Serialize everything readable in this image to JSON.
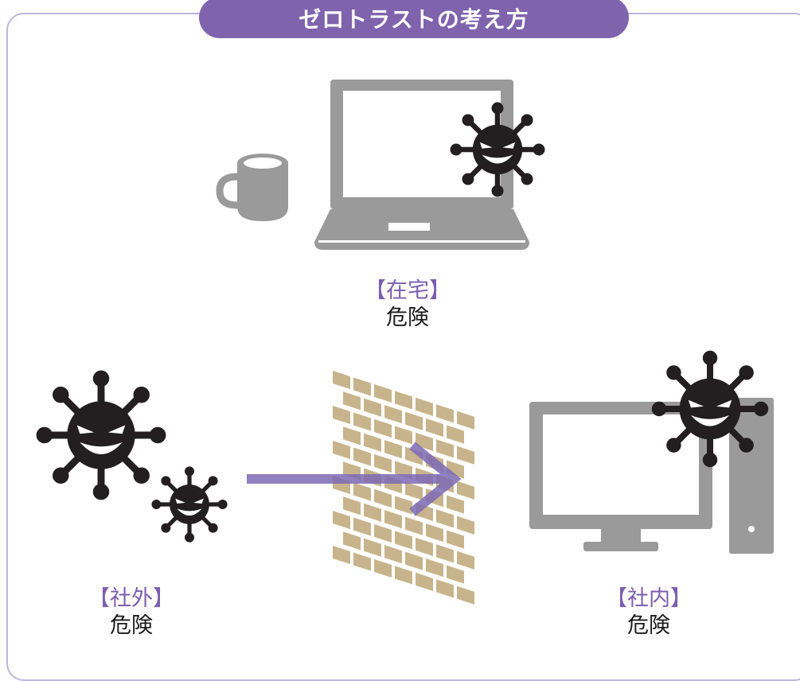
{
  "title": "ゼロトラストの考え方",
  "home": {
    "location": "【在宅】",
    "status": "危険"
  },
  "outside": {
    "location": "【社外】",
    "status": "危険"
  },
  "inside": {
    "location": "【社内】",
    "status": "危険"
  },
  "colors": {
    "accent": "#7f63ad",
    "label_purple": "#7b5fae",
    "device_gray": "#9a9a9a",
    "virus": "#231f20",
    "wall_brick": "#c8b48c",
    "arrow": "#7d6ab4"
  },
  "icons": [
    "mug-icon",
    "laptop-icon",
    "virus-icon",
    "firewall-icon",
    "arrow-icon",
    "desktop-computer-icon"
  ]
}
